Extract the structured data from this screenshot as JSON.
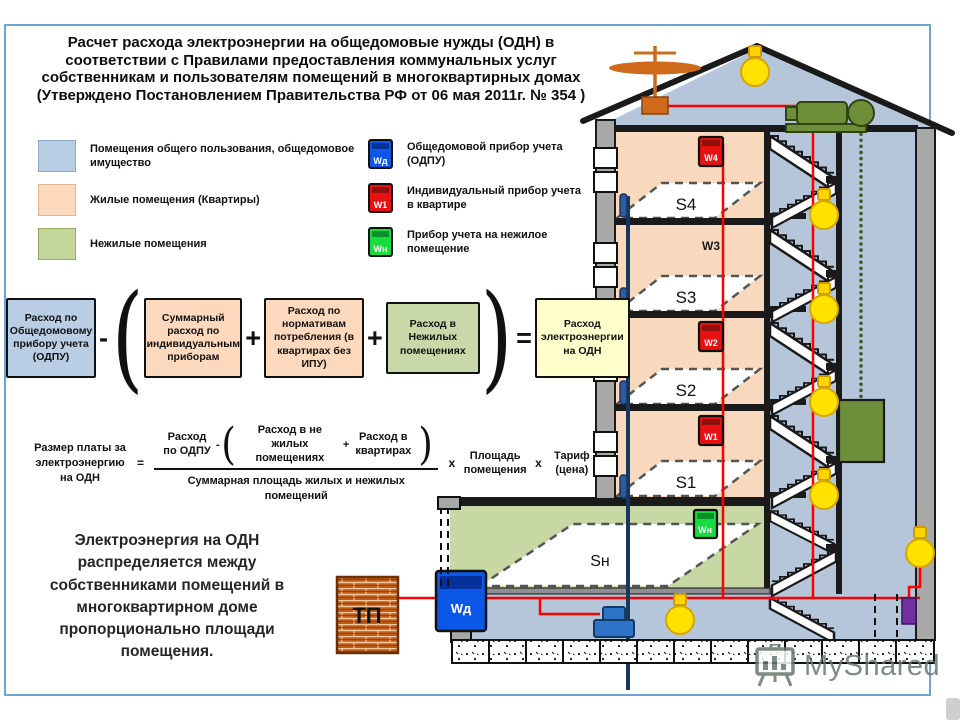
{
  "slide": {
    "title": "Расчет расхода электроэнергии на общедомовые нужды (ОДН) в соответствии с Правилами предоставления коммунальных услуг собственникам и пользователям помещений в многоквартирных домах (Утверждено Постановлением Правительства РФ от 06 мая 2011г. № 354 )"
  },
  "legend_materials": {
    "items": [
      {
        "label": "Помещения общего пользования, общедомовое имущество",
        "color": "#b9cde4"
      },
      {
        "label": "Жилые помещения (Квартиры)",
        "color": "#fcd9bd"
      },
      {
        "label": "Нежилые помещения",
        "color": "#c2d69a"
      }
    ]
  },
  "legend_meters": {
    "items": [
      {
        "symbol": "Wд",
        "label": "Общедомовой прибор учета (ОДПУ)",
        "color": "#0e57e8"
      },
      {
        "symbol": "W1",
        "label": "Индивидуальный прибор учета в квартире",
        "color": "#e81010"
      },
      {
        "symbol": "Wн",
        "label": "Прибор учета на нежилое помещение",
        "color": "#15dd3f"
      }
    ]
  },
  "formula_energy": {
    "term_odpu": "Расход по Общедомовому прибору учета (ОДПУ)",
    "op_minus": "-",
    "paren_open": "(",
    "term_individual": "Суммарный расход по индивидуальным приборам",
    "op_plus1": "+",
    "term_norms": "Расход по нормативам потребления (в квартирах без ИПУ)",
    "op_plus2": "+",
    "term_nonresidential": "Расход в Нежилых помещениях",
    "paren_close": ")",
    "op_equals": "=",
    "result": "Расход электроэнергии на ОДН"
  },
  "formula_payment": {
    "lhs": "Размер платы за электроэнергию на ОДН",
    "op_equals": "=",
    "numerator": {
      "term1": "Расход по ОДПУ",
      "op_minus": "-",
      "paren_open": "(",
      "term2": "Расход в не жилых помещениях",
      "op_plus": "+",
      "term3": "Расход в квартирах",
      "paren_close": ")"
    },
    "denominator": "Суммарная площадь жилых и нежилых помещений",
    "op_times1": "х",
    "factor_area": "Площадь помещения",
    "op_times2": "х",
    "factor_tariff": "Тариф (цена)"
  },
  "note": {
    "text": "Электроэнергия на ОДН распределяется между собственниками помещений в многоквартирном доме пропорционально площади помещения."
  },
  "building": {
    "substation_label": "ТП",
    "main_meter_label": "Wд",
    "floors": [
      {
        "area": "S4",
        "meter": "W4"
      },
      {
        "area": "S3",
        "meter": "W3"
      },
      {
        "area": "S2",
        "meter": "W2"
      },
      {
        "area": "S1",
        "meter": "W1"
      }
    ],
    "ground": {
      "area": "Sн",
      "meter": "Wн"
    }
  },
  "watermark": {
    "text": "MyShared"
  },
  "colors": {
    "slide_border": "#6fa3d8",
    "common_area_blue": "#b9cde4",
    "residential_peach": "#fcd9bd",
    "nonresidential_green": "#c2d69a",
    "result_yellow": "#ffffcc",
    "meter_blue": "#0e57e8",
    "meter_red": "#e81010",
    "meter_green": "#15dd3f",
    "wire_red": "#ff0000",
    "riser_navy": "#17375e",
    "elevator_green": "#6d8f3a",
    "antenna_orange": "#cf6a1a",
    "bulb_yellow": "#ffe200",
    "wall_gray": "#a8a8a8",
    "brick_orange": "#bf5b15",
    "switch_purple": "#7030a0"
  }
}
